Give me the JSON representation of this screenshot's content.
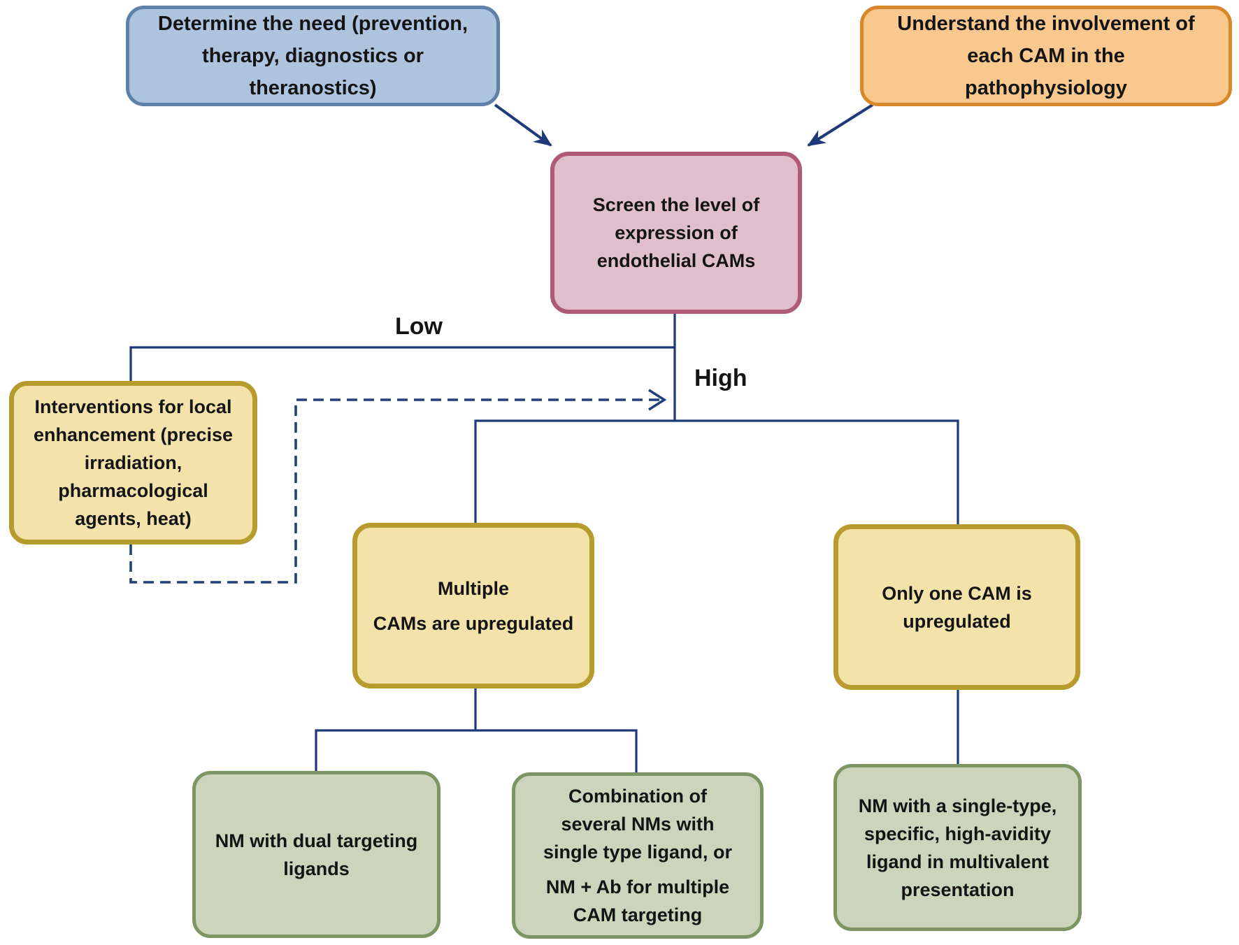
{
  "labels": {
    "low": "Low",
    "high": "High"
  },
  "boxes": {
    "determine_need": {
      "lines": [
        "Determine the need (prevention,",
        "therapy, diagnostics or",
        "theranostics)"
      ]
    },
    "understand_cam": {
      "lines": [
        "Understand the involvement of",
        "each CAM in the",
        "pathophysiology"
      ]
    },
    "screen_cams": {
      "lines": [
        "Screen the level of",
        "expression of",
        "endothelial CAMs"
      ]
    },
    "interventions": {
      "lines": [
        "Interventions for local",
        "enhancement (precise",
        "irradiation,",
        "pharmacological",
        "agents, heat)"
      ]
    },
    "multiple_cams": {
      "paragraphs": [
        [
          "Multiple"
        ],
        [
          "CAMs are upregulated"
        ]
      ]
    },
    "only_one_cam": {
      "lines": [
        "Only one CAM is",
        "upregulated"
      ]
    },
    "nm_dual_ligands": {
      "lines": [
        "NM with dual targeting",
        "ligands"
      ]
    },
    "nm_combination": {
      "paragraphs": [
        [
          "Combination of",
          "several NMs with",
          "single type ligand, or"
        ],
        [
          "NM + Ab for multiple",
          "CAM targeting"
        ]
      ]
    },
    "nm_single_type": {
      "lines": [
        "NM with a single-type,",
        "specific, high-avidity",
        "ligand in multivalent",
        "presentation"
      ]
    }
  },
  "colors": {
    "blue_fill": "#aec3dd",
    "blue_border": "#5e81a8",
    "orange_fill": "#f8c88e",
    "orange_border": "#d8882b",
    "pink_fill": "#debfcb",
    "pink_border": "#b05a75",
    "yellow_fill": "#f3e3ab",
    "yellow_border": "#b79b2c",
    "green_fill": "#cbd5bc",
    "green_border": "#7d9563",
    "line_color": "#1e3a78",
    "dash_color": "#23417e",
    "text_color": "#141414"
  }
}
